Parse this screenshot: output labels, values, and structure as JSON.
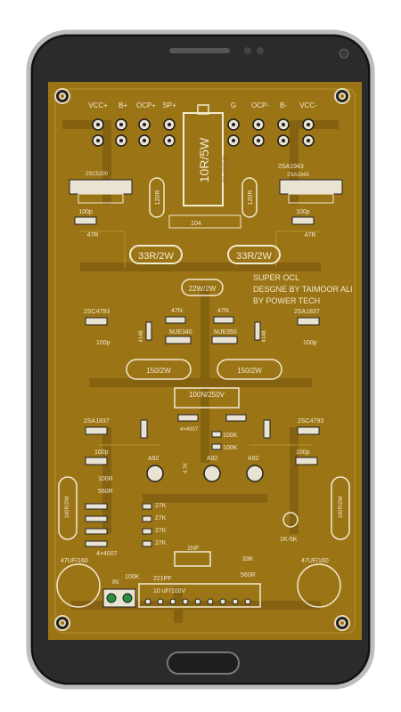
{
  "colors": {
    "board": "#9b7415",
    "board_dark": "#7a5a0f",
    "silk": "#f3ead2",
    "phone_body": "#2a2a2a"
  },
  "connectors": {
    "left": [
      "VCC+",
      "B+",
      "OCP+",
      "SP+"
    ],
    "right": [
      "G",
      "OCP-",
      "B-",
      "VCC-"
    ]
  },
  "top": {
    "big_resistor": "10R/5W",
    "big_resistor_ghost": "SUPER",
    "res_120_left": "120R",
    "res_120_right": "120R",
    "cap_104": "104",
    "trans_left": "2SC5200",
    "trans_right": "2SA1943",
    "trans_right_inner": "2SA1943",
    "cap100p_tl": "100p",
    "res47_l": "47R",
    "cap100p_tr": "100p",
    "res47_r": "47R",
    "res33_l": "33R/2W",
    "res33_r": "33R/2W",
    "res22": "22W/2W"
  },
  "credits": {
    "line1": "SUPER OCL",
    "line2": "DESGNE BY TAIMOOR ALI",
    "line3": "BY POWER TECH"
  },
  "mid": {
    "q_left": "2SC4793",
    "q_right": "2SA1837",
    "cap47n_l": "47N",
    "cap47n_r": "47N",
    "mje_l": "MJE340",
    "mje_r": "MJE350",
    "diode_l": "4148",
    "diode_r": "4148",
    "cap100p_ml": "100p",
    "cap100p_mr": "100p",
    "res150_l": "150/2W",
    "res150_r": "150/2W",
    "cap100n": "100N/250V",
    "diode_4007_mid": "4×4007"
  },
  "lower": {
    "q2sa1837": "2SA1837",
    "q2sc4793": "2SC4793",
    "cap100p_ll": "100p",
    "cap100p_lr": "100p",
    "res100k_1": "100K",
    "res100k_2": "100K",
    "a92_1": "A92",
    "a92_2": "A92",
    "a92_3": "A92",
    "res4_7k": "4.7K",
    "res100r": "100R",
    "res560r": "560R",
    "res27k": [
      "27K",
      "27K",
      "27K",
      "27K"
    ],
    "diodes_4007": "4×4007",
    "res100r_2w": "100R/2W",
    "res100r_2w_r": "100R/2W",
    "pot": "1K-5K",
    "cap1nf": "1NF",
    "res33k": "33K",
    "res560r_2": "560R",
    "res100k_in": "100K",
    "cap221pf": "221PF",
    "cap10uf": "10 uF/100V",
    "cap47uf_l": "47UF/160",
    "cap47uf_r": "47UF/160",
    "input_label": "IN"
  }
}
